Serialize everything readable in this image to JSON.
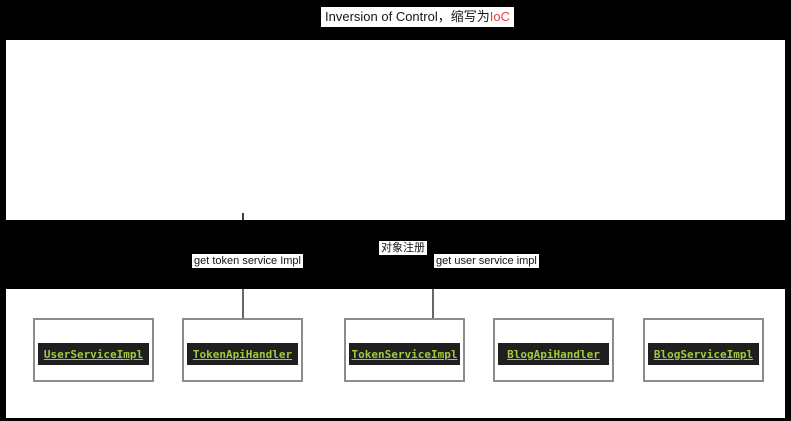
{
  "title": {
    "main": "Inversion of Control，缩写为",
    "accent": "IoC"
  },
  "edge_labels": {
    "get_token": "get token service Impl",
    "register": "对象注册",
    "get_user": "get user service impl"
  },
  "registry_boxes": [
    {
      "label": "UserServiceImpl"
    },
    {
      "label": "TokenApiHandler"
    },
    {
      "label": "TokenServiceImpl"
    },
    {
      "label": "BlogApiHandler"
    },
    {
      "label": "BlogServiceImpl"
    }
  ],
  "colors": {
    "canvas": "#000000",
    "panel": "#ffffff",
    "title_text": "#161616",
    "title_accent_red": "#e8423c",
    "edge_label_text": "#141414",
    "node_border_gray": "#8c8c8c",
    "code_strip_bg": "#1f1f1f",
    "code_text_green": "#a3c93e",
    "connector_gray": "#666666"
  }
}
